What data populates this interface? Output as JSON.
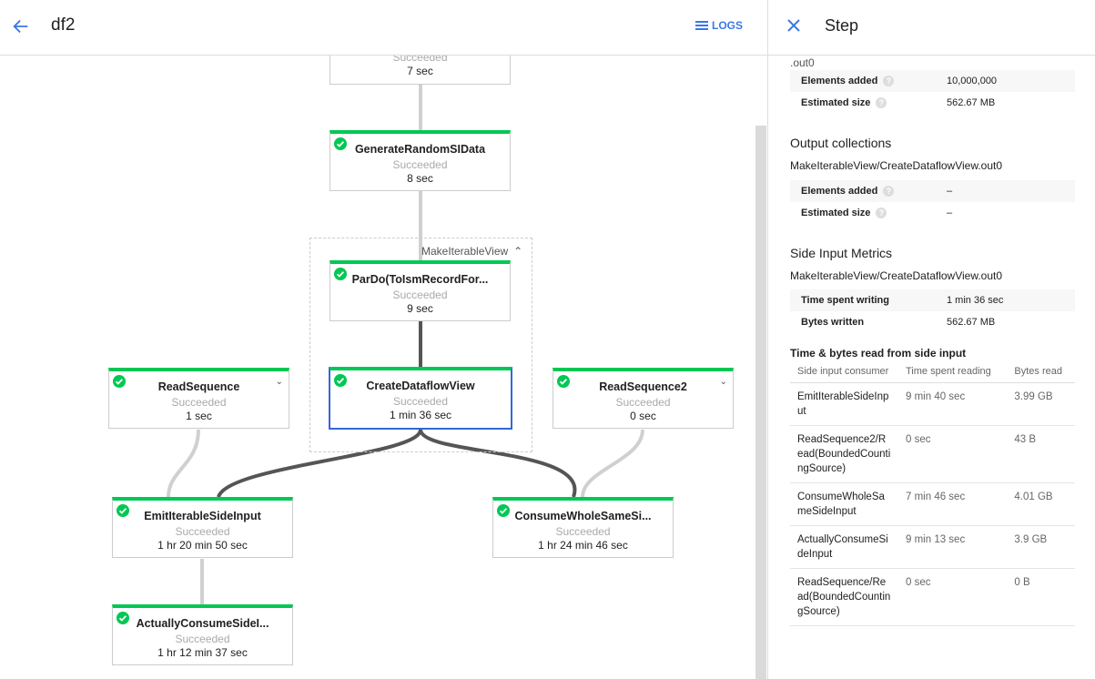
{
  "header": {
    "title": "df2",
    "logs_label": "LOGS",
    "accent": "#3b78e7"
  },
  "graph": {
    "group_label": "MakeIterableView",
    "status_color": "#00c853",
    "nodes": [
      {
        "name": "",
        "status": "Succeeded",
        "time": "7 sec"
      },
      {
        "name": "GenerateRandomSIData",
        "status": "Succeeded",
        "time": "8 sec"
      },
      {
        "name": "ParDo(ToIsmRecordFor...",
        "status": "Succeeded",
        "time": "9 sec"
      },
      {
        "name": "CreateDataflowView",
        "status": "Succeeded",
        "time": "1 min 36 sec",
        "selected": true
      },
      {
        "name": "ReadSequence",
        "status": "Succeeded",
        "time": "1 sec"
      },
      {
        "name": "ReadSequence2",
        "status": "Succeeded",
        "time": "0 sec"
      },
      {
        "name": "EmitIterableSideInput",
        "status": "Succeeded",
        "time": "1 hr 20 min 50 sec"
      },
      {
        "name": "ConsumeWholeSameSi...",
        "status": "Succeeded",
        "time": "1 hr 24 min 46 sec"
      },
      {
        "name": "ActuallyConsumeSideI...",
        "status": "Succeeded",
        "time": "1 hr 12 min 37 sec"
      }
    ]
  },
  "panel": {
    "title": "Step",
    "input_tail": ".out0",
    "input_metrics": [
      {
        "label": "Elements added",
        "value": "10,000,000"
      },
      {
        "label": "Estimated size",
        "value": "562.67 MB"
      }
    ],
    "output_title": "Output collections",
    "output_name": "MakeIterableView/CreateDataflowView.out0",
    "output_metrics": [
      {
        "label": "Elements added",
        "value": "–"
      },
      {
        "label": "Estimated size",
        "value": "–"
      }
    ],
    "side_title": "Side Input Metrics",
    "side_name": "MakeIterableView/CreateDataflowView.out0",
    "side_metrics": [
      {
        "label": "Time spent writing",
        "value": "1 min 36 sec"
      },
      {
        "label": "Bytes written",
        "value": "562.67 MB"
      }
    ],
    "read_title": "Time & bytes read from side input",
    "columns": [
      "Side input consumer",
      "Time spent reading",
      "Bytes read"
    ],
    "rows": [
      [
        "EmitIterableSideInput",
        "9 min 40 sec",
        "3.99 GB"
      ],
      [
        "ReadSequence2/Read(BoundedCountingSource)",
        "0 sec",
        "43 B"
      ],
      [
        "ConsumeWholeSameSideInput",
        "7 min 46 sec",
        "4.01 GB"
      ],
      [
        "ActuallyConsumeSideInput",
        "9 min 13 sec",
        "3.9 GB"
      ],
      [
        "ReadSequence/Read(BoundedCountingSource)",
        "0 sec",
        "0 B"
      ]
    ]
  }
}
